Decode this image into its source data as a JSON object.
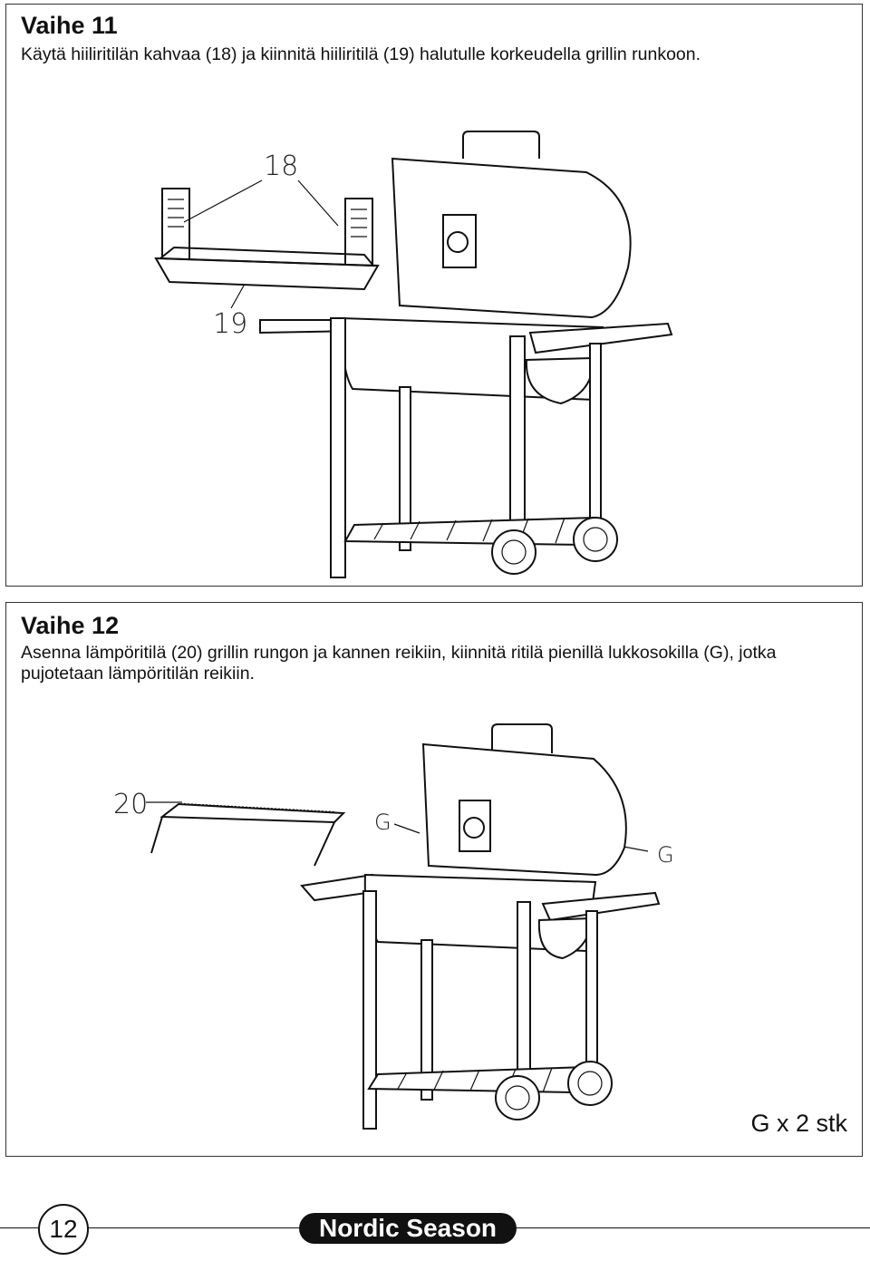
{
  "step11": {
    "title": "Vaihe 11",
    "text": "Käytä hiiliritilän kahvaa (18) ja kiinnitä hiiliritilä (19) halutulle korkeudella grillin runkoon.",
    "label_handle": "18",
    "label_grate": "19"
  },
  "step12": {
    "title": "Vaihe 12",
    "text": "Asenna lämpöritilä (20) grillin rungon ja kannen reikiin, kiinnitä ritilä pienillä lukkosokilla (G), jotka pujotetaan lämpöritilän reikiin.",
    "label_rack": "20",
    "label_pin_left": "G",
    "label_pin_right": "G",
    "quantity": "G x 2 stk"
  },
  "footer": {
    "page_number": "12",
    "brand": "Nordic Season"
  }
}
